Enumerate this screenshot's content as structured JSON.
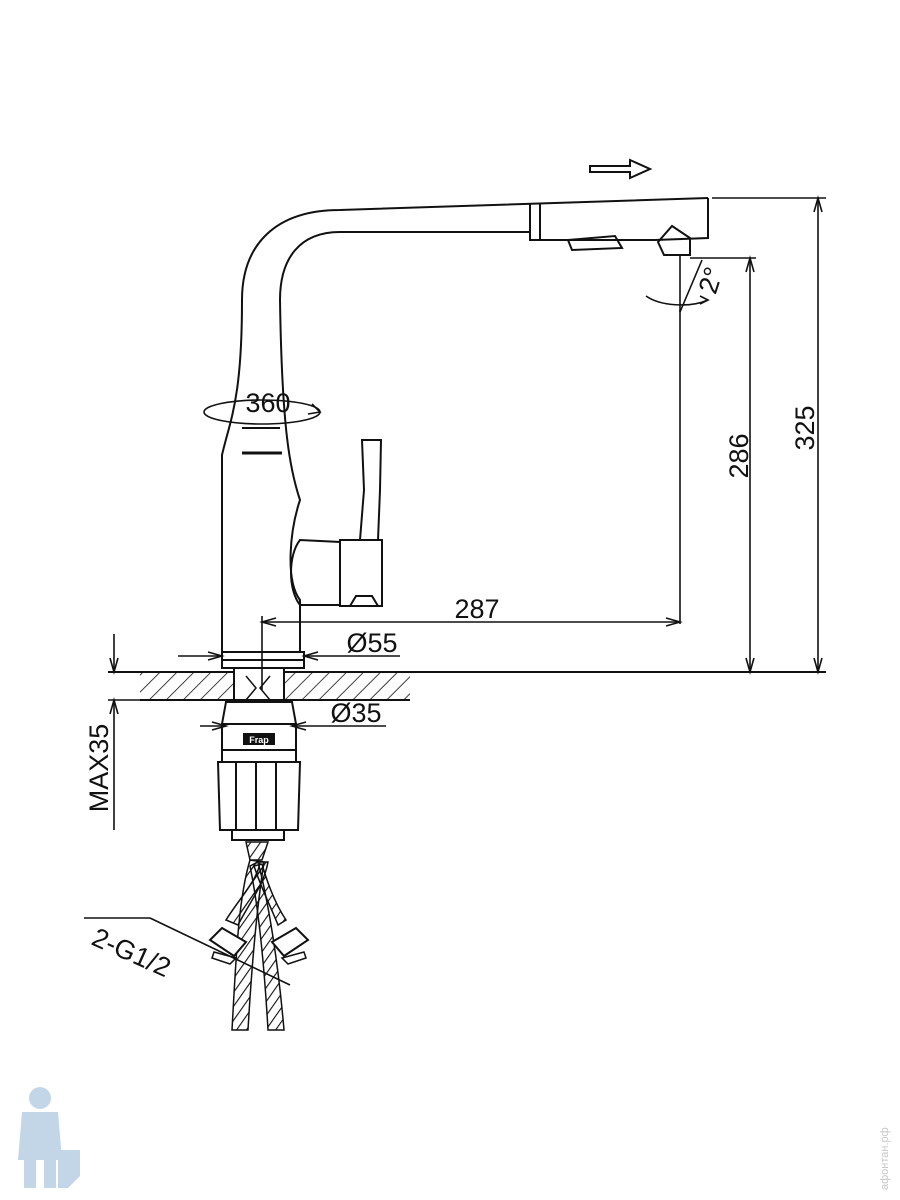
{
  "dimensions": {
    "rotation": "360",
    "spout_tilt": "2°",
    "height_total": "325",
    "height_spout": "286",
    "reach": "287",
    "base_diameter": "Ø55",
    "mount_diameter": "Ø35",
    "max_thickness": "MAX35",
    "hose_thread": "2-G1/2"
  },
  "nut_brand": "Frap",
  "watermark": {
    "site": "афонтан.рф"
  },
  "colors": {
    "line": "#111111",
    "watermark": "#a9c6df"
  }
}
